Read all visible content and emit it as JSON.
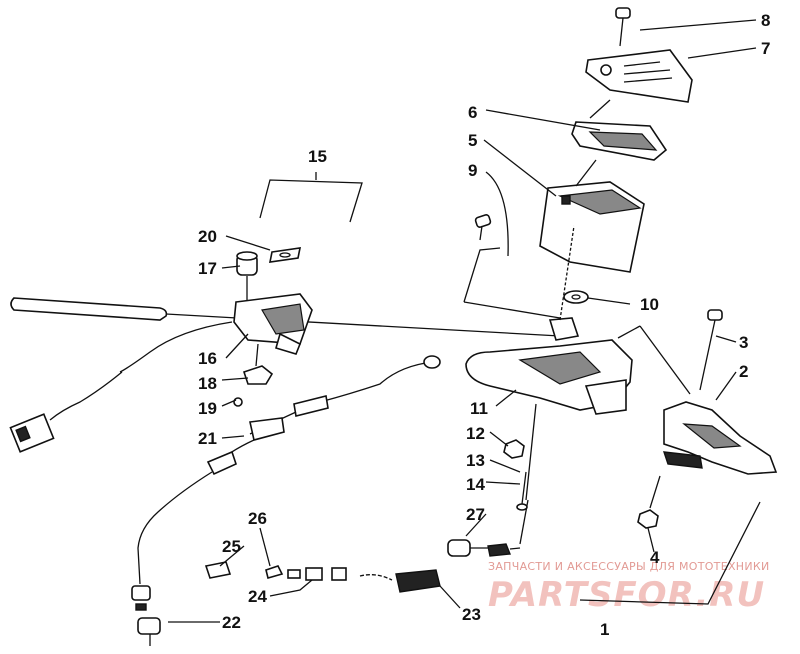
{
  "labels": {
    "l1": "1",
    "l2": "2",
    "l3": "3",
    "l4": "4",
    "l5": "5",
    "l6": "6",
    "l7": "7",
    "l8": "8",
    "l9": "9",
    "l10": "10",
    "l11": "11",
    "l12": "12",
    "l13": "13",
    "l14": "14",
    "l15": "15",
    "l16": "16",
    "l17": "17",
    "l18": "18",
    "l19": "19",
    "l20": "20",
    "l21": "21",
    "l22": "22",
    "l23": "23",
    "l24": "24",
    "l25": "25",
    "l26": "26",
    "l27": "27"
  },
  "watermark": {
    "tagline": "ЗАПЧАСТИ И АКСЕССУАРЫ ДЛЯ МОТОТЕХНИКИ",
    "brand": "PARTSFOR.RU"
  }
}
